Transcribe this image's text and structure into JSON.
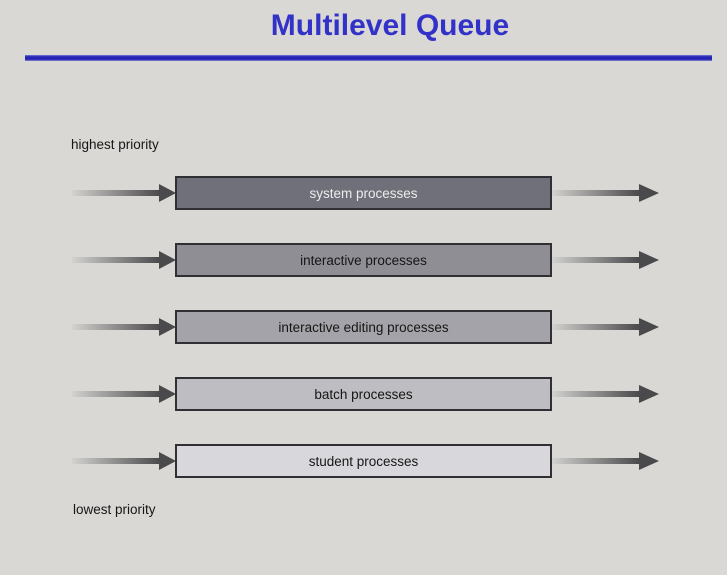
{
  "slide": {
    "title": "Multilevel Queue",
    "priority_top_label": "highest priority",
    "priority_bottom_label": "lowest priority"
  },
  "queues": [
    {
      "label": "system processes",
      "fill": "#70707a",
      "text_color": "#ececec"
    },
    {
      "label": "interactive processes",
      "fill": "#8e8e94",
      "text_color": "#161616"
    },
    {
      "label": "interactive editing processes",
      "fill": "#a3a3a9",
      "text_color": "#161616"
    },
    {
      "label": "batch processes",
      "fill": "#bdbdc2",
      "text_color": "#161616"
    },
    {
      "label": "student processes",
      "fill": "#d8d8dc",
      "text_color": "#161616"
    }
  ],
  "colors": {
    "background": "#d9d8d5",
    "title_blue": "#3232c8",
    "rule_blue": "#2424b4",
    "box_border": "#303034",
    "arrow_light": "#d2d2d0",
    "arrow_dark": "#4a4a4c",
    "label_text": "#161616"
  }
}
